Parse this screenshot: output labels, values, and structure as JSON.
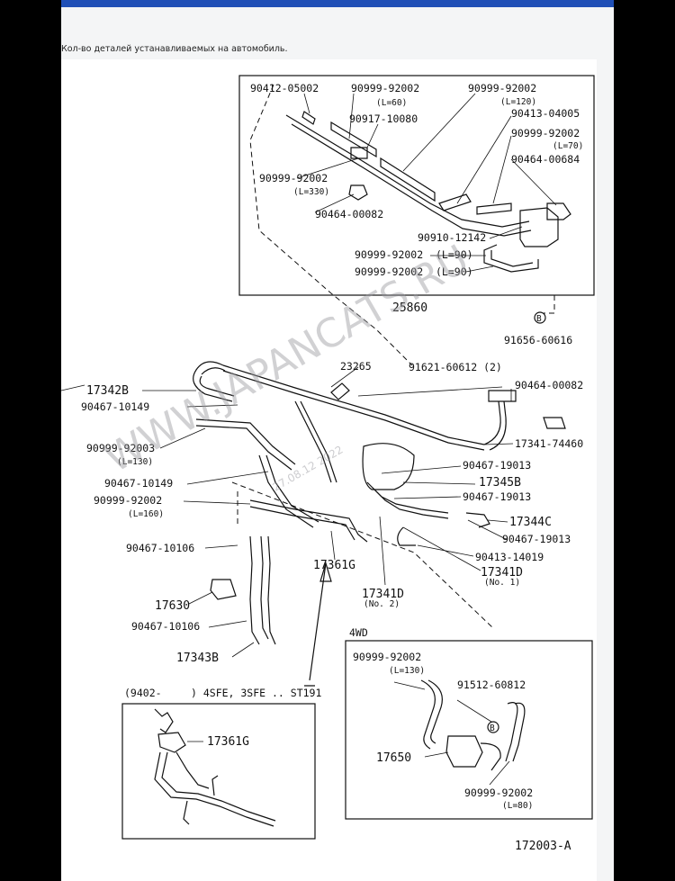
{
  "header": {
    "caption": "Кол-во деталей устанавливаемых на автомобиль."
  },
  "watermark": {
    "text": "WWW.JAPANCATS.RU",
    "sub": "27.08.12 2022"
  },
  "diagram_id": "172003-A",
  "top_box": {
    "labels": {
      "p_90412_05002": "90412-05002",
      "p_90999_92002_l60": "90999-92002",
      "l60": "(L=60)",
      "p_90999_92002_l120": "90999-92002",
      "l120": "(L=120)",
      "p_90917_10080": "90917-10080",
      "p_90413_04005": "90413-04005",
      "p_90999_92002_l70": "90999-92002",
      "l70": "(L=70)",
      "p_90464_00684": "90464-00684",
      "p_90999_92002_l330": "90999-92002",
      "l330": "(L=330)",
      "p_90464_00082_top": "90464-00082",
      "p_90910_12142": "90910-12142",
      "p_90999_92002_l90a": "90999-92002",
      "l90a": "(L=90)",
      "p_90999_92002_l90b": "90999-92002",
      "l90b": "(L=90)",
      "p_25860": "25860"
    }
  },
  "main": {
    "labels": {
      "p_91656_60616": "91656-60616",
      "circle_b": "B",
      "p_23265": "23265",
      "p_91621_60612": "91621-60612 (2)",
      "p_90464_00082": "90464-00082",
      "p_17342b": "17342B",
      "p_90467_10149a": "90467-10149",
      "p_17341_74460": "17341-74460",
      "p_90999_92003": "90999-92003",
      "l130": "(L=130)",
      "p_90467_19013a": "90467-19013",
      "p_90467_10149b": "90467-10149",
      "p_17345b": "17345B",
      "p_90999_92002_l160": "90999-92002",
      "l160": "(L=160)",
      "p_90467_19013b": "90467-19013",
      "p_17344c": "17344C",
      "p_90467_19013c": "90467-19013",
      "p_90467_10106a": "90467-10106",
      "p_90413_14019": "90413-14019",
      "p_17361g": "17361G",
      "p_17341d_no1": "17341D",
      "no1": "(No. 1)",
      "p_17341d_no2": "17341D",
      "no2": "(No. 2)",
      "p_17630": "17630",
      "p_90467_10106b": "90467-10106",
      "p_17343b": "17343B"
    }
  },
  "wd_box": {
    "title": "4WD",
    "labels": {
      "p_90999_92002_l130": "90999-92002",
      "l130": "(L=130)",
      "p_91512_60812": "91512-60812",
      "circle_b": "B",
      "p_17650": "17650",
      "p_90999_92002_l80": "90999-92002",
      "l80": "(L=80)"
    }
  },
  "inset_box": {
    "title_start": "(9402-",
    "title_end": ") 4SFE, 3SFE .. ST191",
    "p_17361g": "17361G"
  }
}
